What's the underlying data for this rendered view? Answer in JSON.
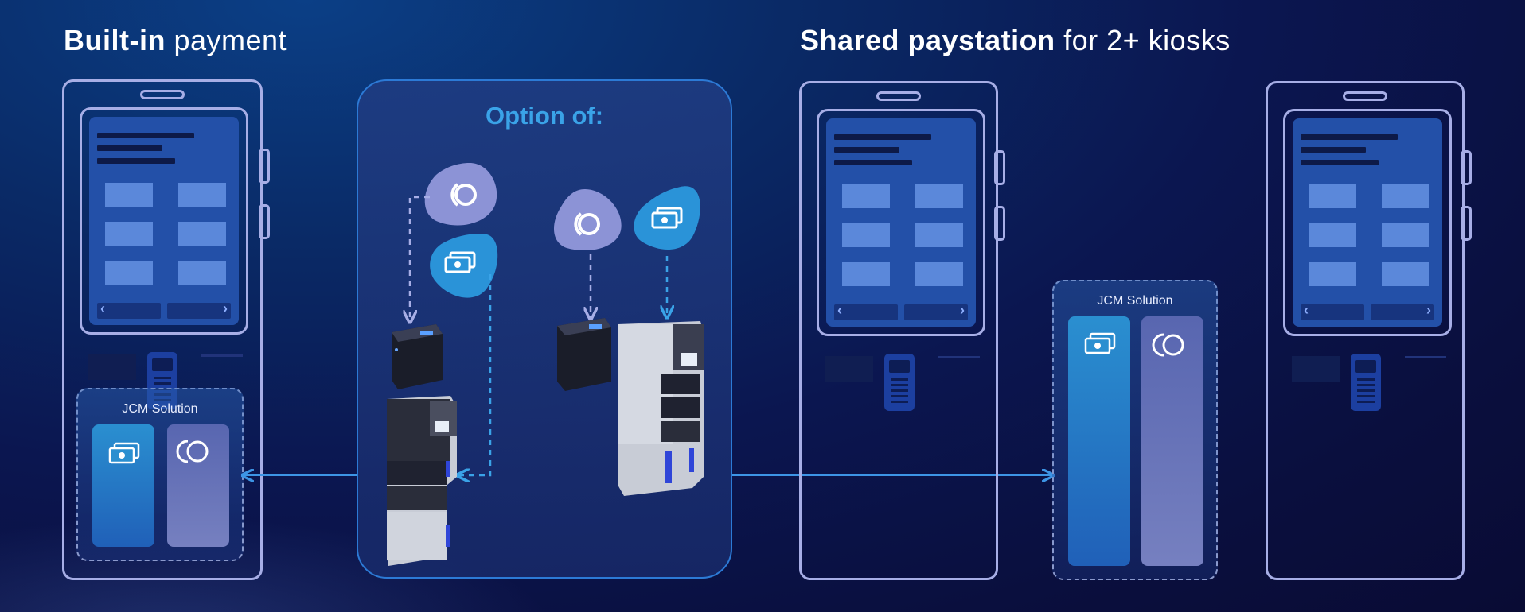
{
  "headings": {
    "builtin": {
      "bold": "Built-in",
      "light": "payment"
    },
    "shared": {
      "bold": "Shared paystation",
      "light": "for 2+ kiosks"
    }
  },
  "option_panel": {
    "title": "Option of:"
  },
  "jcm_left": {
    "title": "JCM Solution"
  },
  "jcm_right": {
    "title": "JCM Solution"
  },
  "colors": {
    "outline": "#a7aee6",
    "screen": "#2350a8",
    "tile": "#5b88da",
    "accent_blue": "#3aa3e8",
    "coin_blob": "#8c93d6",
    "bill_blob": "#2a93d8",
    "connector": "#3d95e6"
  },
  "icons": [
    "coin-icon",
    "banknote-icon",
    "coin-validator-device",
    "bill-recycler-device",
    "card-terminal-icon",
    "arrow-left-icon",
    "arrow-right-icon"
  ]
}
